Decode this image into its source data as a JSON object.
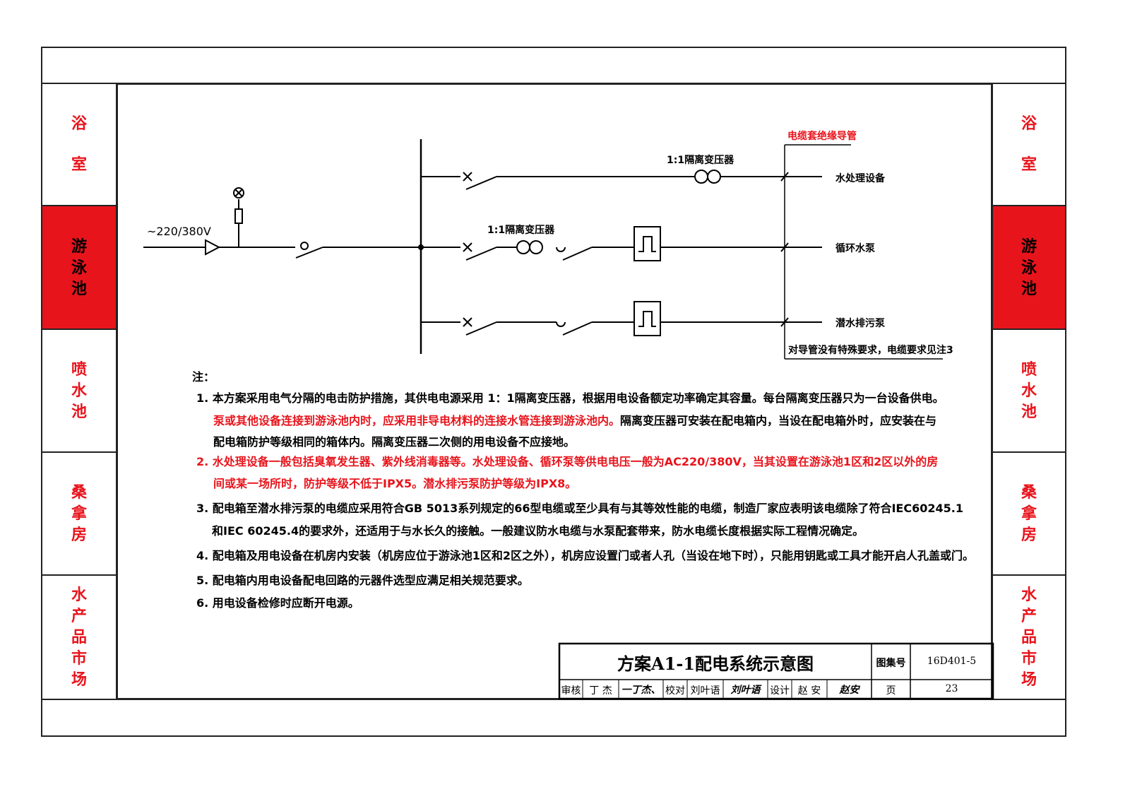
{
  "side_tabs": [
    {
      "label": [
        "浴",
        "室"
      ],
      "active": false
    },
    {
      "label": [
        "游",
        "泳",
        "池"
      ],
      "active": true
    },
    {
      "label": [
        "喷",
        "水",
        "池"
      ],
      "active": false
    },
    {
      "label": [
        "桑",
        "拿",
        "房"
      ],
      "active": false
    },
    {
      "label": [
        "水",
        "产",
        "品",
        "市",
        "场"
      ],
      "active": false
    }
  ],
  "diagram": {
    "source_label": "~220/380V",
    "transformer_label_top": "1:1隔离变压器",
    "transformer_label_mid": "1:1隔离变压器",
    "cable_conduit_label": "电缆套绝缘导管",
    "load_1": "水处理设备",
    "load_2": "循环水泵",
    "load_3": "潜水排污泵",
    "conduit_note": "对导管没有特殊要求，电缆要求见注3"
  },
  "notes": {
    "heading": "注：",
    "n1_a": "1. 本方案采用电气分隔的电击防护措施，其供电电源采用  1：1隔离变压器，根据用电设备额定功率确定其容量。每台隔离变压器只为一台设备供电。",
    "n1_b_red": "泵或其他设备连接到游泳池内时，应采用非导电材料的连接水管连接到游泳池内。",
    "n1_b_black": "隔离变压器可安装在配电箱内，当设在配电箱外时，应安装在与",
    "n1_c": "配电箱防护等级相同的箱体内。隔离变压器二次侧的用电设备不应接地。",
    "n2_a": "2. 水处理设备一般包括臭氧发生器、紫外线消毒器等。水处理设备、循环泵等供电电压一般为AC220/380V，当其设置在游泳池1区和2区以外的房",
    "n2_b": "间或某一场所时，防护等级不低于IPX5。潜水排污泵防护等级为IPX8。",
    "n3_a": "3. 配电箱至潜水排污泵的电缆应采用符合GB  5013系列规定的66型电缆或至少具有与其等效性能的电缆，制造厂家应表明该电缆除了符合IEC60245.1",
    "n3_b": "和IEC  60245.4的要求外，还适用于与水长久的接触。一般建议防水电缆与水泵配套带来，防水电缆长度根据实际工程情况确定。",
    "n4": "4. 配电箱及用电设备在机房内安装（机房应位于游泳池1区和2区之外），机房应设置门或者人孔（当设在地下时），只能用钥匙或工具才能开启人孔盖或门。",
    "n5": "5. 配电箱内用电设备配电回路的元器件选型应满足相关规范要求。",
    "n6": "6. 用电设备检修时应断开电源。"
  },
  "title_block": {
    "title": "方案A1-1配电系统示意图",
    "atlas_label": "图集号",
    "atlas_no": "16D401-5",
    "review_label": "审核",
    "reviewer": "丁 杰",
    "reviewer_sig": "一丁杰、",
    "check_label": "校对",
    "checker": "刘叶语",
    "checker_sig": "刘叶语",
    "design_label": "设计",
    "designer": "赵 安",
    "designer_sig": "赵安",
    "page_label": "页",
    "page_no": "23"
  },
  "colors": {
    "accent_red": "#e8141c",
    "line": "#000000",
    "frame": "#222222"
  }
}
